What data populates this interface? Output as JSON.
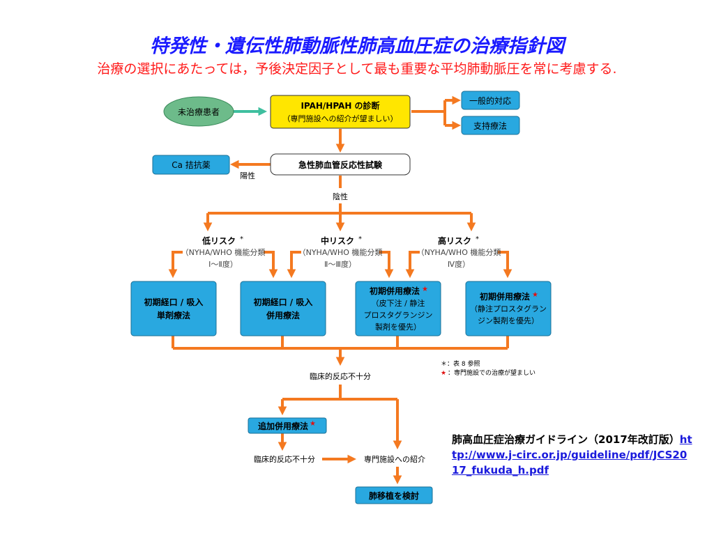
{
  "title": "特発性・遺伝性肺動脈性肺高血圧症の治療指針図",
  "subtitle": "治療の選択にあたっては，予後決定因子として最も重要な平均肺動脈圧を常に考慮する.",
  "nodes": {
    "untreated": "未治療患者",
    "diag1": "IPAH/HPAH の診断",
    "diag2": "（専門施設への紹介が望ましい）",
    "general": "一般的対応",
    "support": "支持療法",
    "ca": "Ca 拮抗薬",
    "vaso": "急性肺血管反応性試験",
    "positive": "陽性",
    "negative": "陰性",
    "low_risk": "低リスク",
    "mid_risk": "中リスク",
    "high_risk": "高リスク",
    "asterisk": "*",
    "nyha": "（NYHA/WHO 機能分類",
    "nyha_low": "Ⅰ～Ⅱ度）",
    "nyha_mid": "Ⅱ～Ⅲ度）",
    "nyha_high": "Ⅳ度）",
    "box1_l1": "初期経口 / 吸入",
    "box1_l2": "単剤療法",
    "box2_l1": "初期経口 / 吸入",
    "box2_l2": "併用療法",
    "box3_l1": "初期併用療法",
    "box3_l2": "（皮下注 / 静注",
    "box3_l3": "プロスタグランジン",
    "box3_l4": "製剤を優先）",
    "box4_l1": "初期併用療法",
    "box4_l2": "（静注プロスタグラン",
    "box4_l3": "ジン製剤を優先）",
    "star": "★",
    "note1": "＊：表 8 参照",
    "note2": "：専門施設での治療が望ましい",
    "insufficient1": "臨床的反応不十分",
    "add": "追加併用療法",
    "insufficient2": "臨床的反応不十分",
    "referral": "専門施設への紹介",
    "transplant": "肺移植を検討"
  },
  "reference": {
    "text": "肺高血圧症治療ガイドライン（2017年改訂版）",
    "link": "http://www.j-circ.or.jp/guideline/pdf/JCS2017_fukuda_h.pdf"
  },
  "colors": {
    "arrow": "#f47920",
    "box_blue": "#29a8e0",
    "green": "#6dbb8a",
    "yellow": "#ffe600",
    "green_arrow": "#3fbf9f"
  }
}
